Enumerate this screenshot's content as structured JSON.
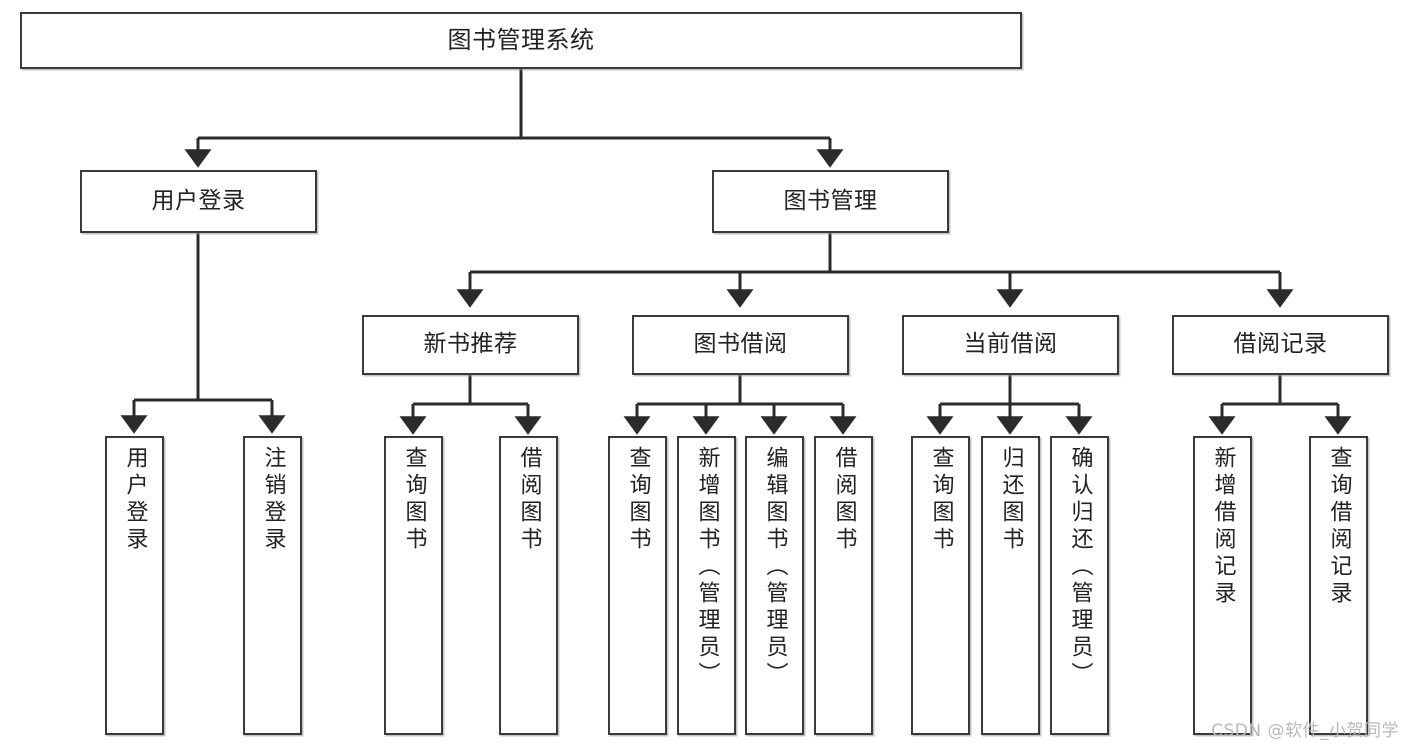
{
  "diagram": {
    "type": "tree-hierarchy",
    "title": "图书管理系统",
    "watermark": "CSDN @软件_小贺同学",
    "colors": {
      "box_border": "#3a3a3a",
      "box_fill": "#ffffff",
      "connector": "#2b2b2b",
      "text": "#222222",
      "watermark": "#b9b9b9",
      "background": "#ffffff"
    },
    "levels": 4,
    "nodes": {
      "root": {
        "label": "图书管理系统",
        "level": 1
      },
      "l2": [
        {
          "id": "user-login",
          "label": "用户登录",
          "level": 2
        },
        {
          "id": "book-manage",
          "label": "图书管理",
          "level": 2
        }
      ],
      "l3": [
        {
          "id": "new-book-rec",
          "label": "新书推荐",
          "level": 3,
          "parent": "book-manage"
        },
        {
          "id": "book-borrow",
          "label": "图书借阅",
          "level": 3,
          "parent": "book-manage"
        },
        {
          "id": "current-borrow",
          "label": "当前借阅",
          "level": 3,
          "parent": "book-manage"
        },
        {
          "id": "borrow-record",
          "label": "借阅记录",
          "level": 3,
          "parent": "book-manage"
        }
      ],
      "leaves": [
        {
          "id": "leaf-user-login",
          "label": "用户登录",
          "parent": "user-login"
        },
        {
          "id": "leaf-user-logout",
          "label": "注销登录",
          "parent": "user-login"
        },
        {
          "id": "leaf-query-book-1",
          "label": "查询图书",
          "parent": "new-book-rec"
        },
        {
          "id": "leaf-borrow-book-1",
          "label": "借阅图书",
          "parent": "new-book-rec"
        },
        {
          "id": "leaf-query-book-2",
          "label": "查询图书",
          "parent": "book-borrow"
        },
        {
          "id": "leaf-add-book",
          "label": "新增图书（管理员）",
          "parent": "book-borrow"
        },
        {
          "id": "leaf-edit-book",
          "label": "编辑图书（管理员）",
          "parent": "book-borrow"
        },
        {
          "id": "leaf-borrow-book-2",
          "label": "借阅图书",
          "parent": "book-borrow"
        },
        {
          "id": "leaf-query-book-3",
          "label": "查询图书",
          "parent": "current-borrow"
        },
        {
          "id": "leaf-return-book",
          "label": "归还图书",
          "parent": "current-borrow"
        },
        {
          "id": "leaf-confirm-return",
          "label": "确认归还（管理员）",
          "parent": "current-borrow"
        },
        {
          "id": "leaf-add-record",
          "label": "新增借阅记录",
          "parent": "borrow-record"
        },
        {
          "id": "leaf-query-record",
          "label": "查询借阅记录",
          "parent": "borrow-record"
        }
      ]
    }
  }
}
